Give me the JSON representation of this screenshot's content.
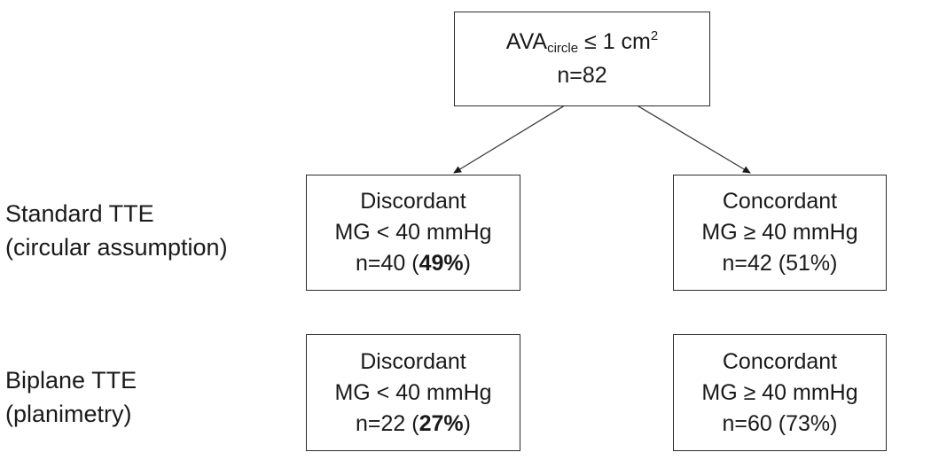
{
  "top": {
    "ava_prefix": "AVA",
    "ava_subscript": "circle",
    "ava_condition": " ≤ 1 cm",
    "ava_superscript": "2",
    "n": "n=82"
  },
  "rows": [
    {
      "label_line1": "Standard TTE",
      "label_line2": "(circular assumption)",
      "left": {
        "title": "Discordant",
        "mg": "MG < 40 mmHg",
        "n_prefix": "n=40 (",
        "pct": "49%",
        "n_suffix": ")"
      },
      "right": {
        "title": "Concordant",
        "mg": "MG ≥ 40 mmHg",
        "n": "n=42 (51%)"
      }
    },
    {
      "label_line1": "Biplane TTE",
      "label_line2": "(planimetry)",
      "left": {
        "title": "Discordant",
        "mg": "MG < 40 mmHg",
        "n_prefix": "n=22 (",
        "pct": "27%",
        "n_suffix": ")"
      },
      "right": {
        "title": "Concordant",
        "mg": "MG ≥ 40 mmHg",
        "n": "n=60 (73%)"
      }
    }
  ]
}
